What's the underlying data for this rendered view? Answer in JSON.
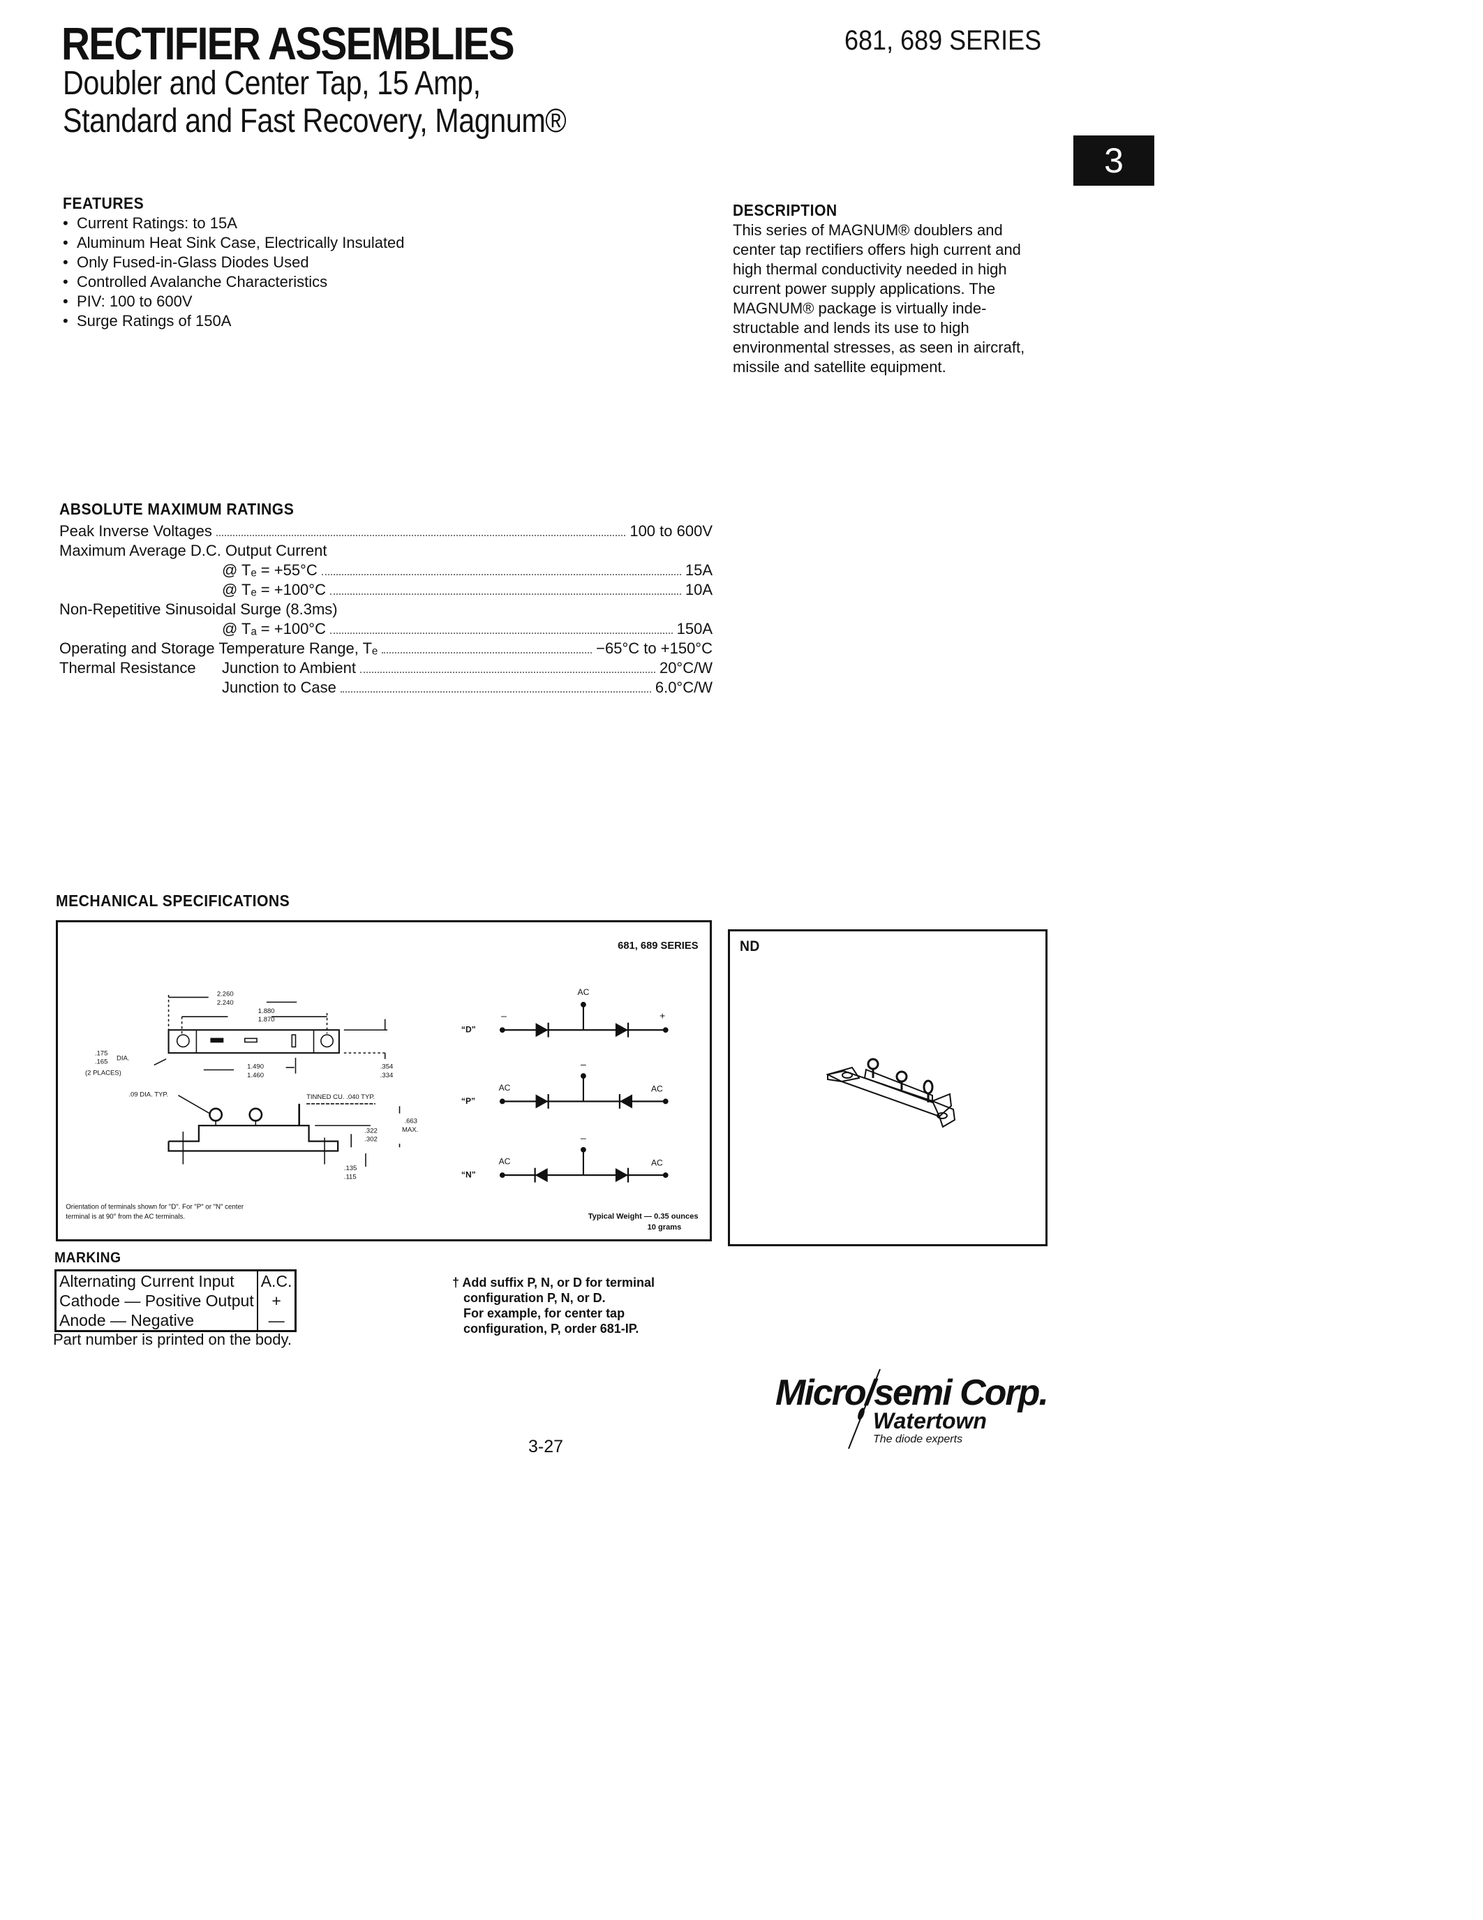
{
  "header": {
    "title": "RECTIFIER ASSEMBLIES",
    "subtitle_line1": "Doubler and Center Tap, 15 Amp,",
    "subtitle_line2": "Standard and Fast Recovery, Magnum®",
    "series": "681, 689 SERIES",
    "section_tab": "3"
  },
  "features": {
    "heading": "FEATURES",
    "items": [
      "Current Ratings: to 15A",
      "Aluminum Heat Sink Case, Electrically Insulated",
      "Only Fused-in-Glass Diodes Used",
      "Controlled Avalanche Characteristics",
      "PIV: 100 to 600V",
      "Surge Ratings of 150A"
    ]
  },
  "description": {
    "heading": "DESCRIPTION",
    "lines": [
      "This series of MAGNUM® doublers and",
      "center tap rectifiers offers high current and",
      "high thermal conductivity needed in high",
      "current power supply applications. The",
      "MAGNUM® package is virtually inde-",
      "structable and lends its use to high",
      "environmental stresses, as seen in aircraft,",
      "missile and satellite equipment."
    ]
  },
  "ratings": {
    "heading": "ABSOLUTE MAXIMUM RATINGS",
    "piv_label": "Peak Inverse Voltages",
    "piv_value": "100 to 600V",
    "current_label": "Maximum Average D.C. Output Current",
    "current_55_label": "@ Tₑ = +55°C",
    "current_55_value": "15A",
    "current_100_label": "@ Tₑ = +100°C",
    "current_100_value": "10A",
    "surge_label": "Non-Repetitive Sinusoidal Surge (8.3ms)",
    "surge_cond_label": "@ Tₐ = +100°C",
    "surge_value": "150A",
    "temp_label": "Operating and Storage Temperature Range, Tₑ",
    "temp_value": "−65°C to +150°C",
    "thermal_label": "Thermal Resistance",
    "thermal_ja_label": "Junction to Ambient",
    "thermal_ja_value": "20°C/W",
    "thermal_jc_label": "Junction to Case",
    "thermal_jc_value": "6.0°C/W"
  },
  "mechanical": {
    "heading": "MECHANICAL SPECIFICATIONS",
    "series_label": "681, 689 SERIES",
    "dims": {
      "overall_max": "2.260",
      "overall_min": "2.240",
      "hole_max": "1.880",
      "hole_min": "1.870",
      "body_max": "1.490",
      "body_min": "1.460",
      "width_max": ".354",
      "width_min": ".334",
      "hole_dia_max": ".175",
      "hole_dia_min": ".165",
      "hole_dia_label": "DIA.",
      "hole_places": "(2 PLACES)",
      "terminal_dia": ".09 DIA. TYP.",
      "tinned": "TINNED CU. .040 TYP.",
      "height_max": ".663",
      "height_label": "MAX.",
      "body_h_max": ".322",
      "body_h_min": ".302",
      "flange_max": ".135",
      "flange_min": ".115"
    },
    "schematics": [
      {
        "label": "“D”",
        "left": "–",
        "center": "AC",
        "right": "+"
      },
      {
        "label": "“P”",
        "left": "AC",
        "center": "–",
        "right": "AC"
      },
      {
        "label": "“N”",
        "left": "AC",
        "center": "–",
        "right": "AC"
      }
    ],
    "orientation_note_1": "Orientation of terminals shown for \"D\". For \"P\" or \"N\" center",
    "orientation_note_2": "terminal is at 90° from the AC terminals.",
    "weight_label": "Typical Weight — 0.35 ounces",
    "weight_grams": "10 grams",
    "nd_label": "ND"
  },
  "marking": {
    "heading": "MARKING",
    "rows": [
      {
        "desc": "Alternating Current Input",
        "symbol": "A.C."
      },
      {
        "desc": "Cathode — Positive Output",
        "symbol": "+"
      },
      {
        "desc": "Anode — Negative",
        "symbol": "—"
      }
    ],
    "footnote": "Part number is printed on the body."
  },
  "order_note": {
    "line1": "† Add suffix P, N, or D for terminal",
    "line2": "configuration P, N, or D.",
    "line3": "For example, for center tap",
    "line4": "configuration, P, order 681-IP."
  },
  "logo": {
    "company": "Micro/semi Corp.",
    "division": "Watertown",
    "tagline": "The diode experts"
  },
  "page_number": "3-27"
}
